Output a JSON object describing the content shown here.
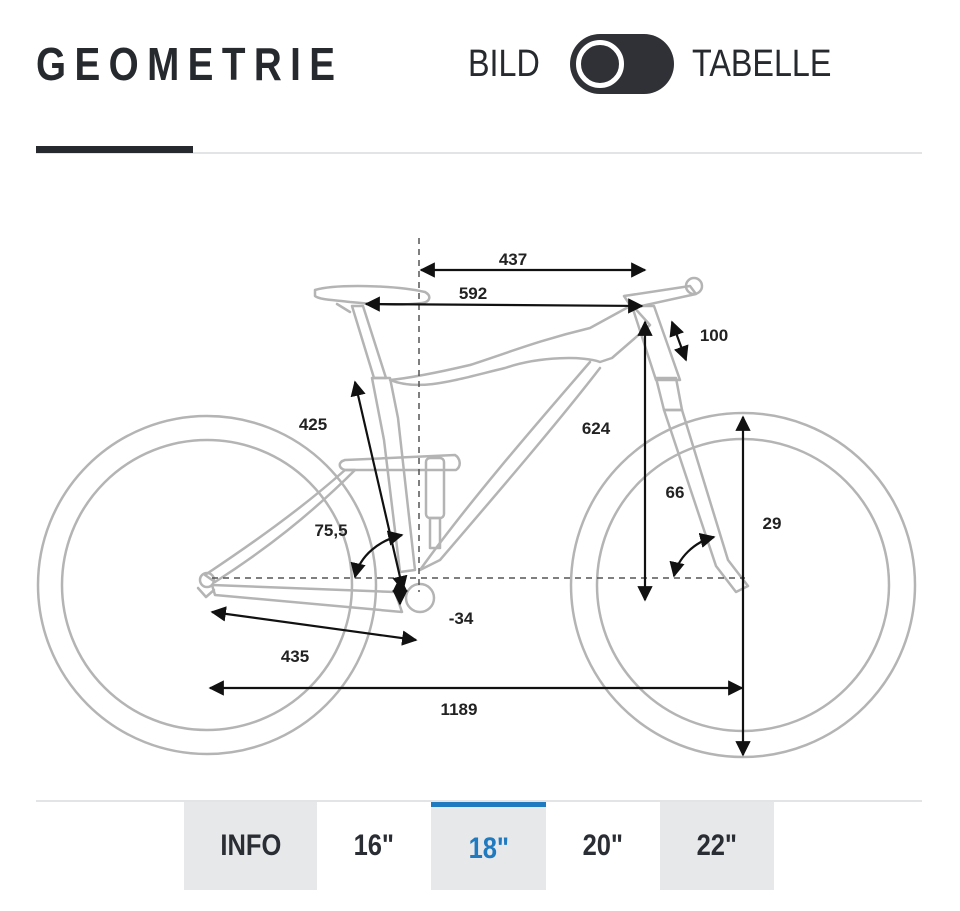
{
  "header": {
    "title": "GEOMETRIE",
    "toggle_left": "BILD",
    "toggle_right": "TABELLE"
  },
  "dimensions": {
    "reach": "437",
    "top_tube": "592",
    "head_tube": "100",
    "seat_tube": "425",
    "stack": "624",
    "seat_angle": "75,5",
    "head_angle": "66",
    "wheel_size": "29",
    "bb_drop": "-34",
    "chainstay": "435",
    "wheelbase": "1189"
  },
  "size_tabs": [
    {
      "label": "INFO"
    },
    {
      "label": "16\""
    },
    {
      "label": "18\""
    },
    {
      "label": "20\""
    },
    {
      "label": "22\""
    }
  ],
  "selected_size": "18\"",
  "colors": {
    "accent": "#1f7ac0",
    "text": "#26292e",
    "bike_outline": "#b4b4b4"
  }
}
